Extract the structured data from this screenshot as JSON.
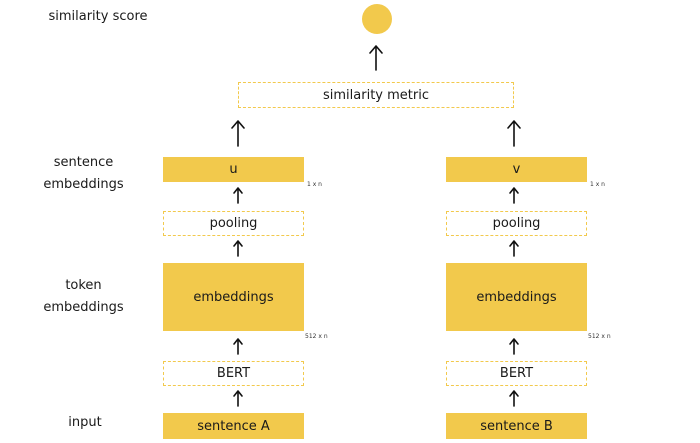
{
  "labels": {
    "similarity_score": "similarity score",
    "sentence_embeddings": "sentence embeddings",
    "token_embeddings": "token embeddings",
    "input": "input"
  },
  "similarity_metric": "similarity metric",
  "left": {
    "vector": "u",
    "vector_dims": "1 x n",
    "pooling": "pooling",
    "embeddings": "embeddings",
    "embeddings_dims": "512 x n",
    "encoder": "BERT",
    "sentence": "sentence A"
  },
  "right": {
    "vector": "v",
    "vector_dims": "1 x n",
    "pooling": "pooling",
    "embeddings": "embeddings",
    "embeddings_dims": "512 x n",
    "encoder": "BERT",
    "sentence": "sentence B"
  },
  "colors": {
    "accent": "#f2c94c",
    "text": "#1a1a1a"
  }
}
